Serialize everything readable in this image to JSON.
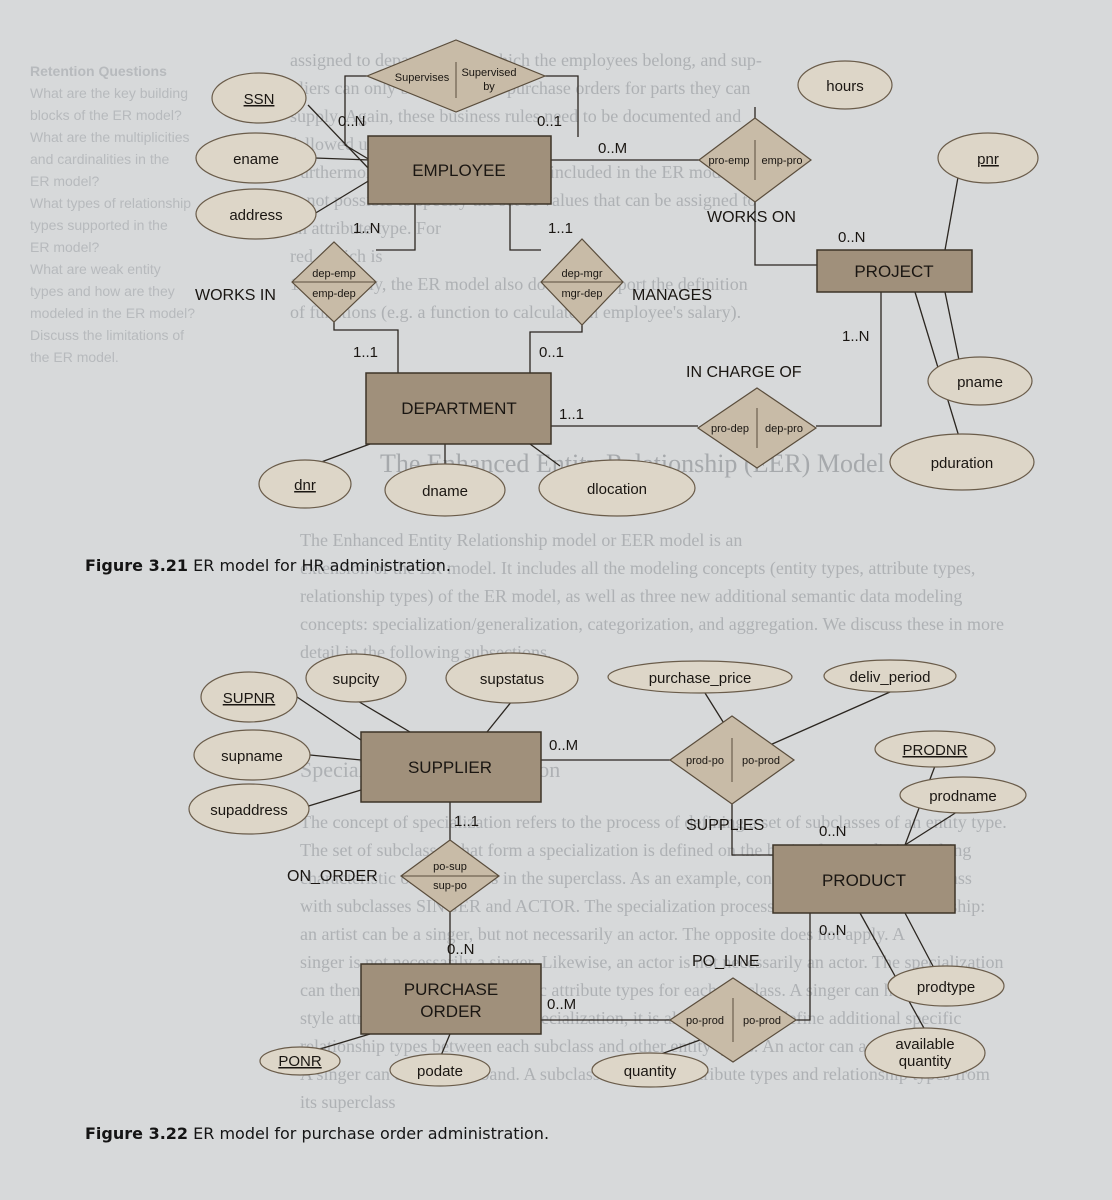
{
  "background_text": [
    "assigned to departments to which the employees belong, and sup-",
    "pliers can only be assigned to purchase orders for parts they can",
    "supply. Again, these business rules need to be documented and",
    "followed up with application code.",
    "Furthermore, since domains are not included in the ER model, it",
    "is not possible to specify the set of values that can be assigned to",
    "an attribute type. For ",
    "red, which is ",
    "100). Finally, the ER model also does not support the definition",
    "of functions (e.g. a function to calculate an employee's salary).",
    "The Enhanced Entity Relationship (EER) Model",
    "The Enhanced Entity Relationship model or EER model is an",
    "extension of the ER model. It includes all the modeling concepts (entity types, attribute types,",
    "relationship types) of the ER model, as well as three new additional semantic data modeling",
    "concepts: specialization/generalization, categorization, and aggregation. We discuss these in more",
    "detail in the following subsections.",
    "Specialization/Generalization",
    "The concept of specialization refers to the process of defining a set of subclasses of an entity type.",
    "The set of subclasses that form a specialization is defined on the basis of some distinguishing",
    "characteristic of the entities in the superclass. As an example, consider an ARTIST superclass",
    "with subclasses SINGER and ACTOR. The specialization process defines an IS-A relationship:",
    "an artist can be a singer, but not necessarily an actor. The opposite does not apply. A",
    "singer is not necessarily a singer. Likewise, an actor is not necessarily an actor. The specialization",
    "can then define additional specific attribute types for each subclass. A singer can have a music",
    "style attribute type. During the specialization, it is also possible to define additional specific",
    "relationship types between each subclass and other entity types. An actor can act in movies.",
    "A singer can be part of a band. A subclass inherits all attribute types and relationship types from",
    "its superclass"
  ],
  "background_side": [
    "Retention Questions",
    "What are the key building",
    "blocks of the ER model?",
    "What are the multiplicities",
    "and cardinalities in the",
    "ER model?",
    "What types of relationship",
    "types supported in the",
    "ER model?",
    "What are weak entity",
    "types and how are they",
    "modeled in the ER model?",
    "Discuss the limitations of",
    "the ER model."
  ],
  "figure1": {
    "entities": {
      "employee": "EMPLOYEE",
      "project": "PROJECT",
      "department": "DEPARTMENT"
    },
    "attributes": {
      "ssn": "SSN",
      "ename": "ename",
      "address": "address",
      "hours": "hours",
      "pnr": "pnr",
      "pname": "pname",
      "pduration": "pduration",
      "dnr": "dnr",
      "dname": "dname",
      "dlocation": "dlocation"
    },
    "relationships": {
      "supervises": {
        "role1": "Supervises",
        "role2a": "Supervised",
        "role2b": "by"
      },
      "works_on": {
        "name": "WORKS ON",
        "role1": "pro-emp",
        "role2": "emp-pro"
      },
      "works_in": {
        "name": "WORKS IN",
        "role1": "dep-emp",
        "role2": "emp-dep"
      },
      "manages": {
        "name": "MANAGES",
        "role1": "dep-mgr",
        "role2": "mgr-dep"
      },
      "in_charge_of": {
        "name": "IN CHARGE OF",
        "role1": "pro-dep",
        "role2": "dep-pro"
      }
    },
    "cardinalities": {
      "sup_left": "0..N",
      "sup_right": "0..1",
      "emp_works_on": "0..M",
      "proj_works_on": "0..N",
      "emp_works_in": "1..N",
      "emp_manages": "1..1",
      "dep_works_in": "1..1",
      "dep_manages": "0..1",
      "proj_in_charge": "1..N",
      "dep_in_charge": "1..1"
    },
    "caption_number": "Figure 3.21",
    "caption_text": "ER model for HR administration."
  },
  "figure2": {
    "entities": {
      "supplier": "SUPPLIER",
      "product": "PRODUCT",
      "purchase_order_line1": "PURCHASE",
      "purchase_order_line2": "ORDER"
    },
    "attributes": {
      "supnr": "SUPNR",
      "supname": "supname",
      "supaddress": "supaddress",
      "supcity": "supcity",
      "supstatus": "supstatus",
      "purchase_price": "purchase_price",
      "deliv_period": "deliv_period",
      "prodnr": "PRODNR",
      "prodname": "prodname",
      "prodtype": "prodtype",
      "available_line1": "available",
      "available_line2": "quantity",
      "ponr": "PONR",
      "podate": "podate",
      "quantity": "quantity"
    },
    "relationships": {
      "supplies": {
        "name": "SUPPLIES",
        "role1": "prod-po",
        "role2": "po-prod"
      },
      "on_order": {
        "name": "ON_ORDER",
        "role1": "po-sup",
        "role2": "sup-po"
      },
      "po_line": {
        "name": "PO_LINE",
        "role1": "po-prod",
        "role2": "po-prod"
      }
    },
    "cardinalities": {
      "sup_supplies": "0..M",
      "prod_supplies": "0..N",
      "sup_on_order": "1..1",
      "po_on_order": "0..N",
      "prod_po_line": "0..N",
      "po_po_line": "0..M"
    },
    "caption_number": "Figure 3.22",
    "caption_text": "ER model for purchase order administration."
  },
  "colors": {
    "entity": "#a0907b",
    "attribute": "#ddd6c8",
    "relationship": "#c8bba7",
    "background": "#d7d9da"
  }
}
